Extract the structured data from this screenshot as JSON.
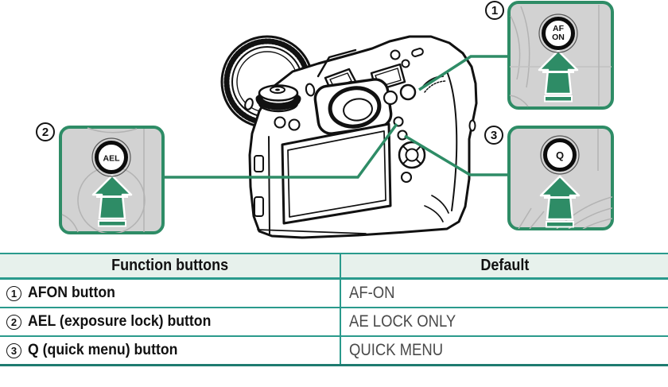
{
  "illustration": {
    "description": "camera-back-diagram-with-button-callouts",
    "callouts": [
      {
        "number": "1",
        "button_lines": [
          "AF",
          "ON"
        ],
        "button_name": "AFON button"
      },
      {
        "number": "2",
        "button_lines": [
          "AEL"
        ],
        "button_name": "AEL button"
      },
      {
        "number": "3",
        "button_lines": [
          "Q"
        ],
        "button_name": "Q button"
      }
    ],
    "colors": {
      "callout_green": "#2e8c66",
      "callout_box_fill": "#d2d2d2",
      "line_black": "#111111",
      "magnified_detail_gray": "#b3b3b3"
    }
  },
  "table": {
    "columns": [
      "Function buttons",
      "Default"
    ],
    "rows": [
      {
        "number": "1",
        "label": "AFON button",
        "value": "AF-ON"
      },
      {
        "number": "2",
        "label": "AEL (exposure lock) button",
        "value": "AE LOCK ONLY"
      },
      {
        "number": "3",
        "label": "Q (quick menu) button",
        "value": "QUICK MENU"
      }
    ],
    "colors": {
      "teal_line": "#2a9a8c",
      "header_bg": "#e7f1ec",
      "bottom_border": "#1e7b70",
      "value_text": "#4a4a4a"
    }
  }
}
